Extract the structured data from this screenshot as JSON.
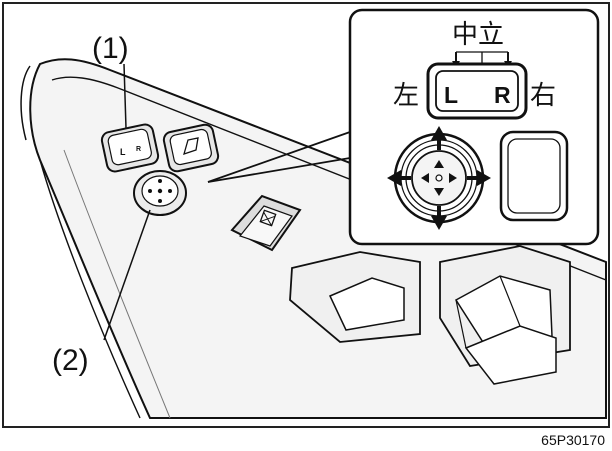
{
  "callouts": {
    "one": "(1)",
    "two": "(2)"
  },
  "inset": {
    "neutral": "中立",
    "left": "左",
    "right": "右",
    "left_letter": "L",
    "right_letter": "R"
  },
  "switch_letters": {
    "left": "L",
    "right": "R"
  },
  "figure_code": "65P30170"
}
